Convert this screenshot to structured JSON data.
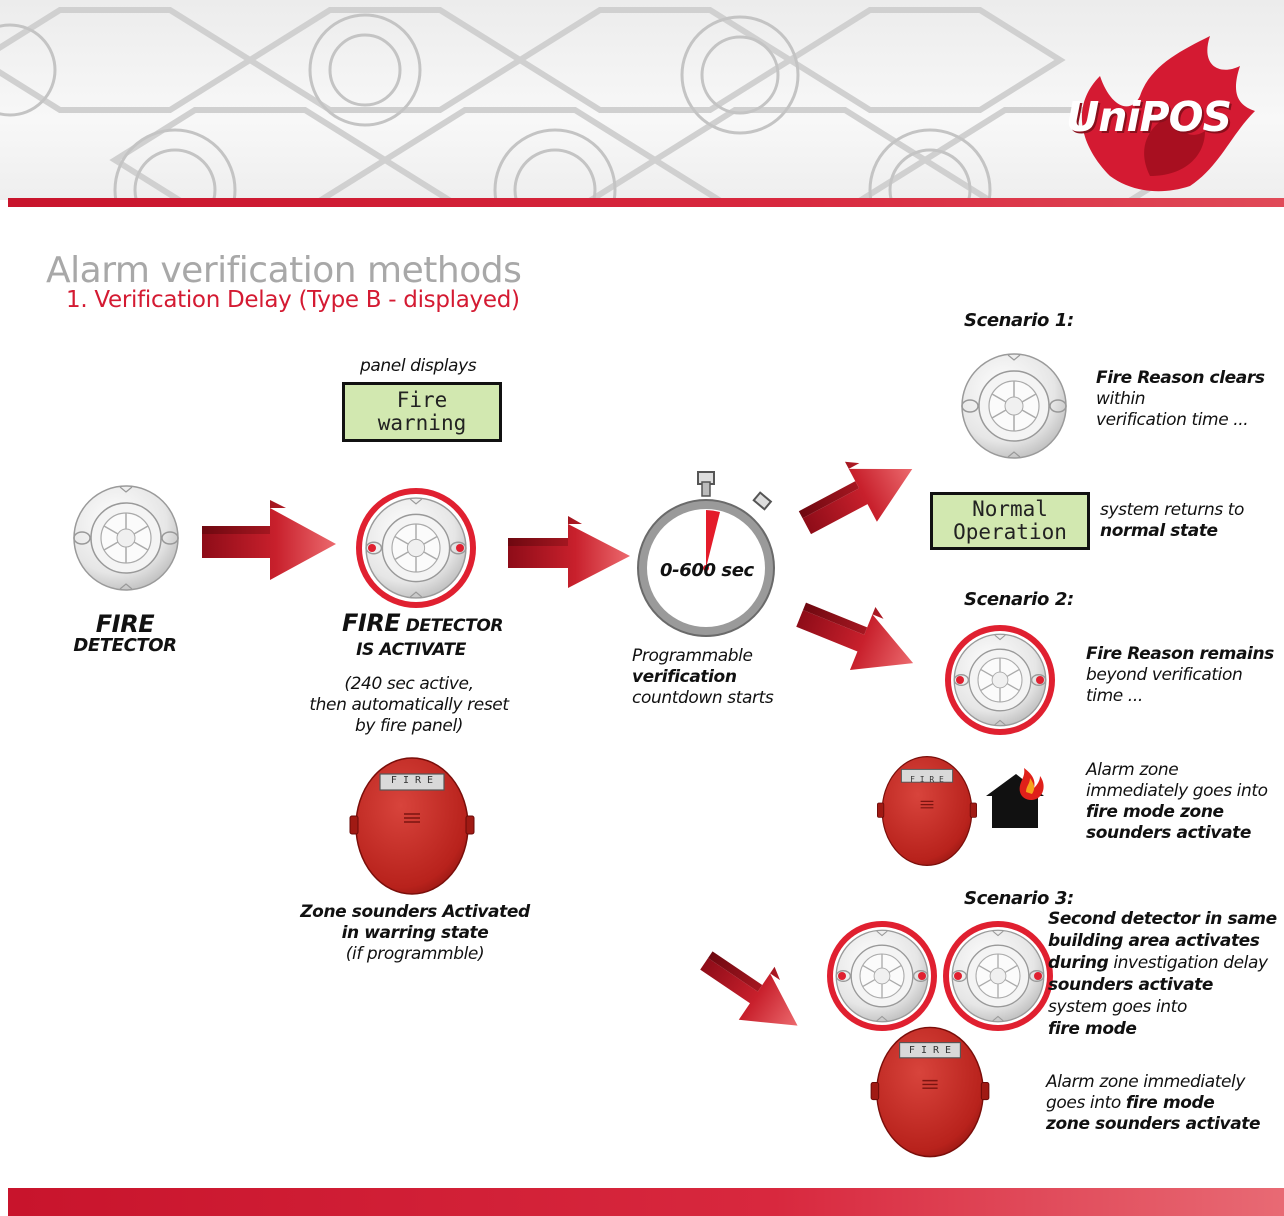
{
  "header": {
    "brand": "UniPOS"
  },
  "title": "Alarm verification methods",
  "subtitle": "1. Verification Delay (Type B - displayed)",
  "detector": {
    "line1": "FIRE",
    "line2": "DETECTOR"
  },
  "activated": {
    "caption_top": "panel displays",
    "lcd_line1": "Fire",
    "lcd_line2": "warning",
    "label_fire": "FIRE",
    "label_detector": " DETECTOR",
    "label_line2": "IS ACTIVATE",
    "note_line1": "(240 sec active,",
    "note_line2": "then automatically reset",
    "note_line3": "by fire panel)"
  },
  "sounder": {
    "display_text": "F I R E",
    "caption_line1": "Zone sounders Activated",
    "caption_line2": "in warring state",
    "caption_line3": "(if programmble)"
  },
  "stopwatch": {
    "label": "0-600 sec",
    "caption_line1": "Programmable",
    "caption_line2": "verification",
    "caption_line3": "countdown starts"
  },
  "scenario1": {
    "title": "Scenario 1:",
    "text_line1": "Fire Reason clears",
    "text_line2": "within",
    "text_line3": "verification time ...",
    "lcd_line1": "Normal",
    "lcd_line2": "Operation",
    "result_line1": "system returns to",
    "result_line2": "normal state"
  },
  "scenario2": {
    "title": "Scenario 2:",
    "text_line1": "Fire Reason remains",
    "text_line2": "beyond verification",
    "text_line3": "time ...",
    "alarm_line1": "Alarm zone",
    "alarm_line2": "immediately goes into",
    "alarm_line3": "fire mode zone",
    "alarm_line4": "sounders activate"
  },
  "scenario3": {
    "title": "Scenario 3:",
    "line1": "Second detector in same",
    "line2": "building area activates",
    "line3_bold": "during",
    "line3_rest": " investigation delay",
    "line4": "sounders activate",
    "line5": "system goes into",
    "line6": "fire mode",
    "alarm_line1": "Alarm zone immediately",
    "alarm_line2_pre": "goes into ",
    "alarm_line2_bold": "fire mode",
    "alarm_line3": "zone sounders activate"
  },
  "colors": {
    "brand_red": "#d41a32",
    "lcd_green": "#d2e8b0",
    "title_gray": "#a8a8a8"
  }
}
